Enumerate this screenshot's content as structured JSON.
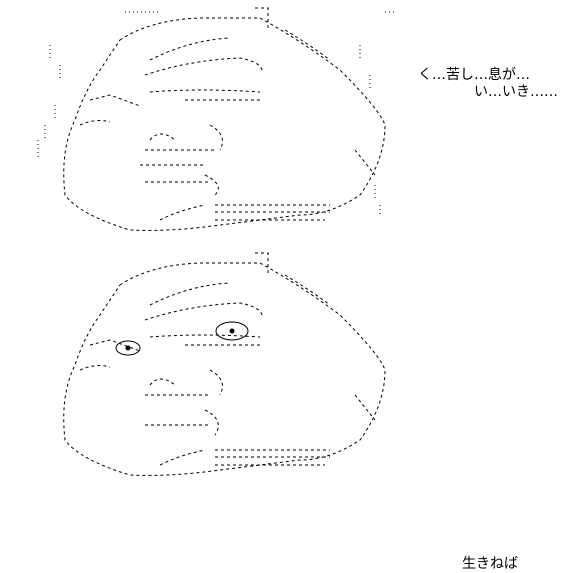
{
  "panels": [
    {
      "id": "top",
      "dialogue": "く…苦し…息が…\n　　　　い…いき……"
    },
    {
      "id": "bottom",
      "dialogue": "生きねば"
    }
  ],
  "art": {
    "stroke_color": "#000000",
    "background_color": "#ffffff"
  }
}
